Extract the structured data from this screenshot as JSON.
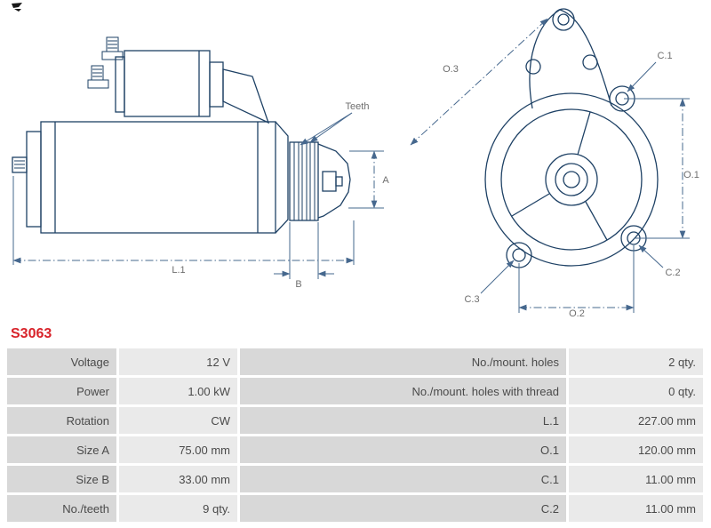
{
  "part_number": "S3063",
  "colors": {
    "line": "#1e4165",
    "dim": "#46688e",
    "dim_label": "#6e6e6e",
    "part_number": "#d8232a",
    "label_bg": "#d8d8d8",
    "value_bg": "#eaeaea",
    "table_text": "#4a4a4a"
  },
  "drawing": {
    "labels": {
      "teeth": "Teeth",
      "a": "A",
      "b": "B",
      "l1": "L.1",
      "o1": "O.1",
      "o2": "O.2",
      "o3": "O.3",
      "c1": "C.1",
      "c2": "C.2",
      "c3": "C.3"
    }
  },
  "spec_table": {
    "rows": [
      {
        "label1": "Voltage",
        "value1": "12 V",
        "label2": "No./mount. holes",
        "value2": "2 qty."
      },
      {
        "label1": "Power",
        "value1": "1.00 kW",
        "label2": "No./mount. holes with thread",
        "value2": "0 qty."
      },
      {
        "label1": "Rotation",
        "value1": "CW",
        "label2": "L.1",
        "value2": "227.00 mm"
      },
      {
        "label1": "Size A",
        "value1": "75.00 mm",
        "label2": "O.1",
        "value2": "120.00 mm"
      },
      {
        "label1": "Size B",
        "value1": "33.00 mm",
        "label2": "C.1",
        "value2": "11.00 mm"
      },
      {
        "label1": "No./teeth",
        "value1": "9 qty.",
        "label2": "C.2",
        "value2": "11.00 mm"
      }
    ]
  }
}
